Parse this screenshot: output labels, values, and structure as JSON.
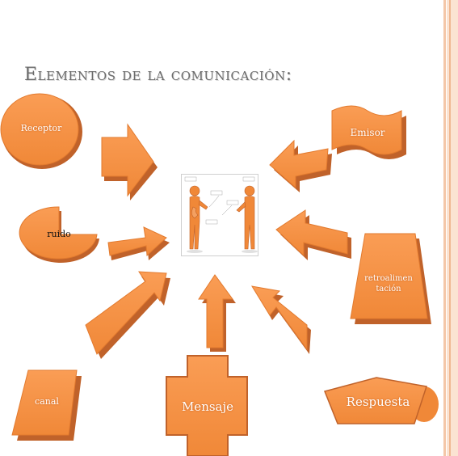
{
  "title": "Elementos de la comunicación:",
  "nodes": {
    "receptor": "Receptor",
    "ruido": "ruido",
    "canal": "canal",
    "mensaje": "Mensaje",
    "respuesta": "Respuesta",
    "retroalimentacion_line1": "retroalimen",
    "retroalimentacion_line2": "tación",
    "emisor": "Emisor"
  },
  "colors": {
    "shape_fill": "#f79646",
    "shape_stroke": "#c0622a",
    "title_text": "#6b6b6b",
    "side_bar": "#f4c7a8"
  }
}
